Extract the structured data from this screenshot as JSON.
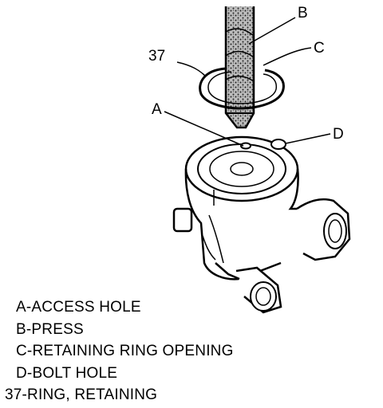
{
  "callouts": {
    "b": "B",
    "c": "C",
    "ring": "37",
    "a": "A",
    "d": "D"
  },
  "legend": [
    "A-ACCESS HOLE",
    "B-PRESS",
    "C-RETAINING RING OPENING",
    "D-BOLT HOLE",
    "37-RING, RETAINING"
  ],
  "colors": {
    "ink": "#000000",
    "paper": "#ffffff",
    "press_fill": "#9a9a9a"
  }
}
